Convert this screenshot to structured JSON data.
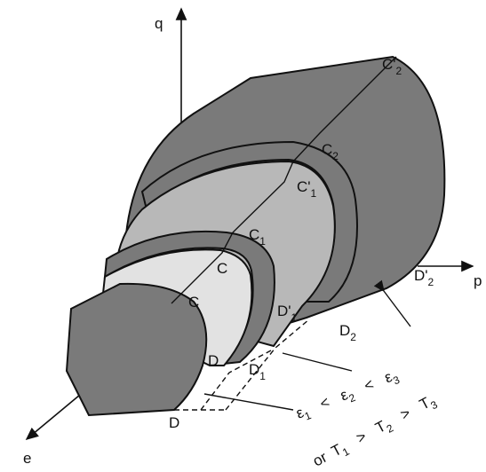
{
  "axes": {
    "q": "q",
    "p": "p",
    "e": "e"
  },
  "surfaces": [
    {
      "id": "outer",
      "fill": "#7a7a7a"
    },
    {
      "id": "mid",
      "fill": "#b8b8b8"
    },
    {
      "id": "inner",
      "fill": "#e2e2e2"
    },
    {
      "id": "front",
      "fill": "#7a7a7a"
    }
  ],
  "points": {
    "C_inner": "C",
    "C_lower": "C",
    "C1": {
      "base": "C",
      "sub": "1"
    },
    "C1_prime": {
      "base": "C'",
      "sub": "1"
    },
    "C2": {
      "base": "C",
      "sub": "2"
    },
    "C2_prime": {
      "base": "C'",
      "sub": "2"
    },
    "D_top": "D",
    "D_bottom": "D",
    "D1": {
      "base": "D",
      "sub": "1"
    },
    "D1_prime": {
      "base": "D'",
      "sub": "1"
    },
    "D2": {
      "base": "D",
      "sub": "2"
    },
    "D2_prime": {
      "base": "D'",
      "sub": "2"
    }
  },
  "annotations": {
    "rate_order": {
      "e1": "ε",
      "s1": "1",
      "lt1": "<",
      "e2": "ε",
      "s2": "2",
      "lt2": "<",
      "e3": "ε",
      "s3": "3"
    },
    "temp_order": {
      "or": "or",
      "t1": "T",
      "s1": "1",
      "gt1": ">",
      "t2": "T",
      "s2": "2",
      "gt2": ">",
      "t3": "T",
      "s3": "3"
    }
  }
}
